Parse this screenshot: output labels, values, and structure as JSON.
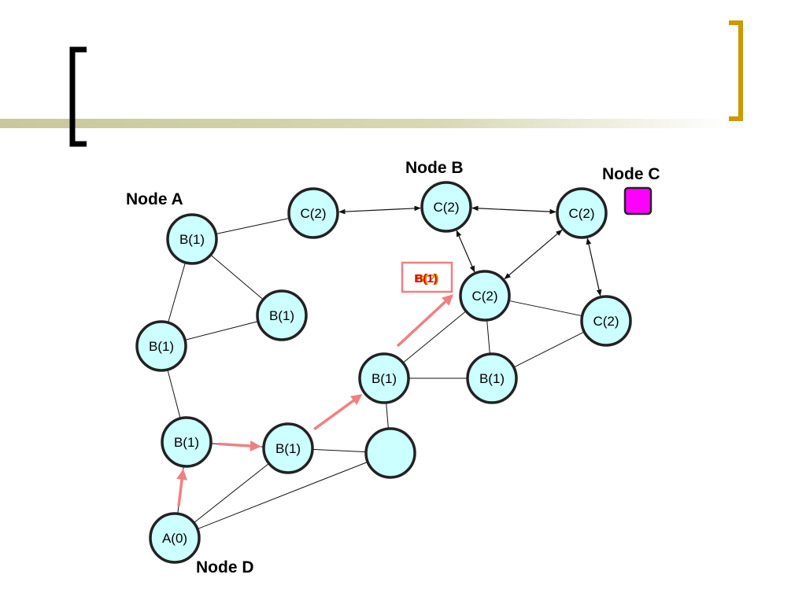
{
  "colors": {
    "node_fill": "#ccffff",
    "node_stroke": "#222222",
    "edge": "#111111",
    "message_arrow": "#f08080",
    "message_box": "#f08080",
    "message_text": "#e00000",
    "message_text_back": "#cc9900",
    "node_c_marker": "#ff00ff",
    "left_bracket": "#000000",
    "right_bracket": "#cc9900",
    "header_bar": "#c8c89a"
  },
  "captions": {
    "node_a": "Node A",
    "node_b": "Node B",
    "node_c": "Node C",
    "node_d": "Node D"
  },
  "message_box": {
    "label": "B(1)",
    "overlay_label": "B(2)"
  },
  "nodes": [
    {
      "id": "a0",
      "label": "A(0)"
    },
    {
      "id": "b_left_bottom",
      "label": "B(1)"
    },
    {
      "id": "b_center_bottom",
      "label": "B(1)"
    },
    {
      "id": "blank",
      "label": ""
    },
    {
      "id": "b_left_middle",
      "label": "B(1)"
    },
    {
      "id": "b_node_a",
      "label": "B(1)"
    },
    {
      "id": "b_mid_upper",
      "label": "B(1)"
    },
    {
      "id": "b_center",
      "label": "B(1)"
    },
    {
      "id": "b_right",
      "label": "B(1)"
    },
    {
      "id": "c_top_left",
      "label": "C(2)"
    },
    {
      "id": "c_node_b",
      "label": "C(2)"
    },
    {
      "id": "c_top_right",
      "label": "C(2)"
    },
    {
      "id": "c_center",
      "label": "C(2)"
    },
    {
      "id": "c_right",
      "label": "C(2)"
    }
  ]
}
